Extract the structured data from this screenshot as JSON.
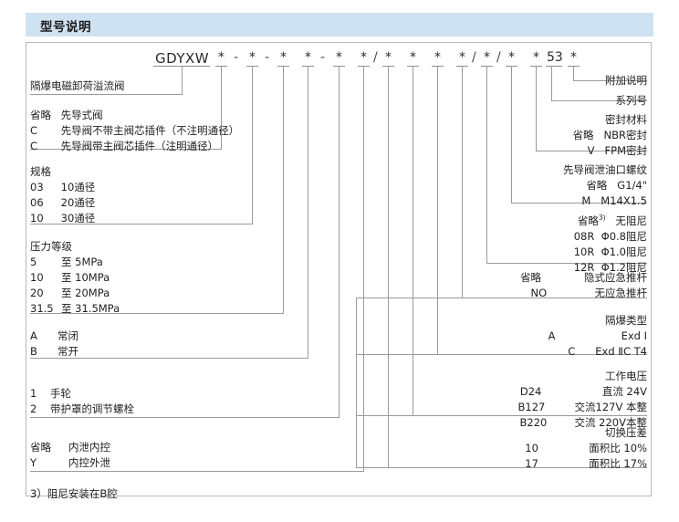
{
  "header": {
    "title": "型号说明"
  },
  "model_code": {
    "prefix": "GDYXW",
    "tokens": [
      "*",
      "-",
      "*",
      "-",
      "*",
      "*",
      "-",
      "*",
      "*",
      "/",
      "*",
      "*",
      "*",
      "*",
      "/",
      "*",
      "/",
      "*",
      "*",
      "53",
      "*"
    ],
    "series_number": "53"
  },
  "left_blocks": [
    {
      "name": "product-name",
      "lines": [
        {
          "code": "",
          "desc": "隔爆电磁卸荷溢流阀"
        }
      ]
    },
    {
      "name": "pilot-type",
      "lines": [
        {
          "code": "省略",
          "desc": "先导式阀"
        },
        {
          "code": "C",
          "desc": "先导阀不带主阀芯插件（不注明通径）"
        },
        {
          "code": "C",
          "desc": "先导阀带主阀芯插件（注明通径）"
        }
      ]
    },
    {
      "name": "specification",
      "lines": [
        {
          "code": "规格",
          "desc": ""
        },
        {
          "code": "03",
          "desc": "10通径"
        },
        {
          "code": "06",
          "desc": "20通径"
        },
        {
          "code": "10",
          "desc": "30通径"
        }
      ]
    },
    {
      "name": "pressure-rating",
      "lines": [
        {
          "code": "压力等级",
          "desc": ""
        },
        {
          "code": "5",
          "desc": "至  5MPa"
        },
        {
          "code": "10",
          "desc": "至 10MPa"
        },
        {
          "code": "20",
          "desc": "至 20MPa"
        },
        {
          "code": "31.5",
          "desc": "至 31.5MPa"
        }
      ]
    },
    {
      "name": "normal-state",
      "lines": [
        {
          "code": "A",
          "desc": "常闭"
        },
        {
          "code": "B",
          "desc": "常开"
        }
      ]
    },
    {
      "name": "adjustment-type",
      "lines": [
        {
          "code": "1",
          "desc": "手轮"
        },
        {
          "code": "2",
          "desc": "带护罩的调节螺栓"
        }
      ]
    },
    {
      "name": "drain-control",
      "lines": [
        {
          "code": "省略",
          "desc": "内泄内控"
        },
        {
          "code": "Y",
          "desc": "内控外泄"
        }
      ]
    }
  ],
  "right_blocks": [
    {
      "name": "additional-note",
      "lines": [
        {
          "code": "",
          "desc": "附加说明"
        }
      ]
    },
    {
      "name": "series-number",
      "lines": [
        {
          "code": "",
          "desc": "系列号"
        }
      ]
    },
    {
      "name": "seal-material",
      "lines": [
        {
          "code": "",
          "desc": "密封材料"
        },
        {
          "code": "省略",
          "desc": "NBR密封"
        },
        {
          "code": "V",
          "desc": "FPM密封"
        }
      ]
    },
    {
      "name": "pilot-drain-thread",
      "lines": [
        {
          "code": "",
          "desc": "先导阀泄油口螺纹"
        },
        {
          "code": "省略",
          "desc": "G1/4\""
        },
        {
          "code": "M",
          "desc": "M14X1.5"
        }
      ]
    },
    {
      "name": "damping",
      "lines": [
        {
          "code": "省略",
          "sup": "3)",
          "desc": "无阻尼"
        },
        {
          "code": "08R",
          "desc": "Φ0.8阻尼"
        },
        {
          "code": "10R",
          "desc": "Φ1.0阻尼"
        },
        {
          "code": "12R",
          "desc": "Φ1.2阻尼"
        }
      ]
    },
    {
      "name": "emergency-push-rod",
      "lines": [
        {
          "code": "省略",
          "desc": "隐式应急推杆"
        },
        {
          "code": "NO",
          "desc": "无应急推杆"
        }
      ]
    },
    {
      "name": "explosion-proof-type",
      "lines": [
        {
          "code": "",
          "desc": "隔爆类型"
        },
        {
          "code": "A",
          "desc": "Exd Ⅰ"
        },
        {
          "code": "C",
          "desc": "Exd ⅡC T4"
        }
      ]
    },
    {
      "name": "working-voltage",
      "lines": [
        {
          "code": "",
          "desc": "工作电压"
        },
        {
          "code": "D24",
          "desc": "直流 24V"
        },
        {
          "code": "B127",
          "desc": "交流127V 本整"
        },
        {
          "code": "B220",
          "desc": "交流 220V本整"
        }
      ]
    },
    {
      "name": "switching-pressure-differential",
      "lines": [
        {
          "code": "",
          "desc": "切换压差"
        },
        {
          "code": "10",
          "desc": "面积比  10%"
        },
        {
          "code": "17",
          "desc": "面积比  17%"
        }
      ]
    }
  ],
  "footnote": "3）阻尼安装在B腔",
  "colors": {
    "header_band": "#cfe2f2",
    "frame": "#b9b9b9",
    "line": "#9a9a9a",
    "text": "#1f1f1f"
  }
}
